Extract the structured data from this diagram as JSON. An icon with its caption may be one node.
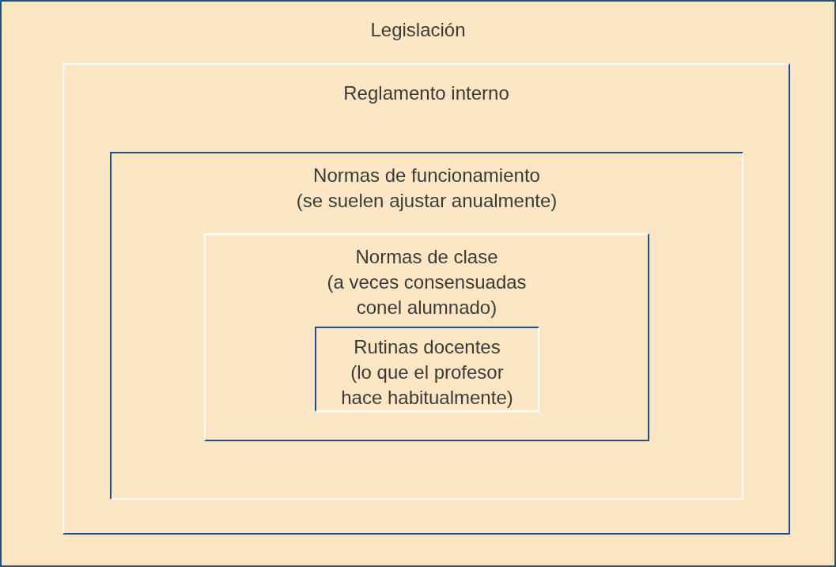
{
  "diagram": {
    "nodes": [
      {
        "text": [
          "Legislación"
        ]
      },
      {
        "text": [
          "Reglamento interno"
        ],
        "in": 0
      },
      {
        "text": [
          "Normas de funcionamiento",
          "(se suelen ajustar anualmente)"
        ],
        "in": 1
      },
      {
        "text": [
          "Normas de clase",
          "(a veces consensuadas conel alumnado)"
        ],
        "in": 2
      },
      {
        "text": [
          "Rutinas docentes",
          "(lo que el profesor hace habitualmente)"
        ],
        "in": 3
      }
    ],
    "edges": []
  }
}
